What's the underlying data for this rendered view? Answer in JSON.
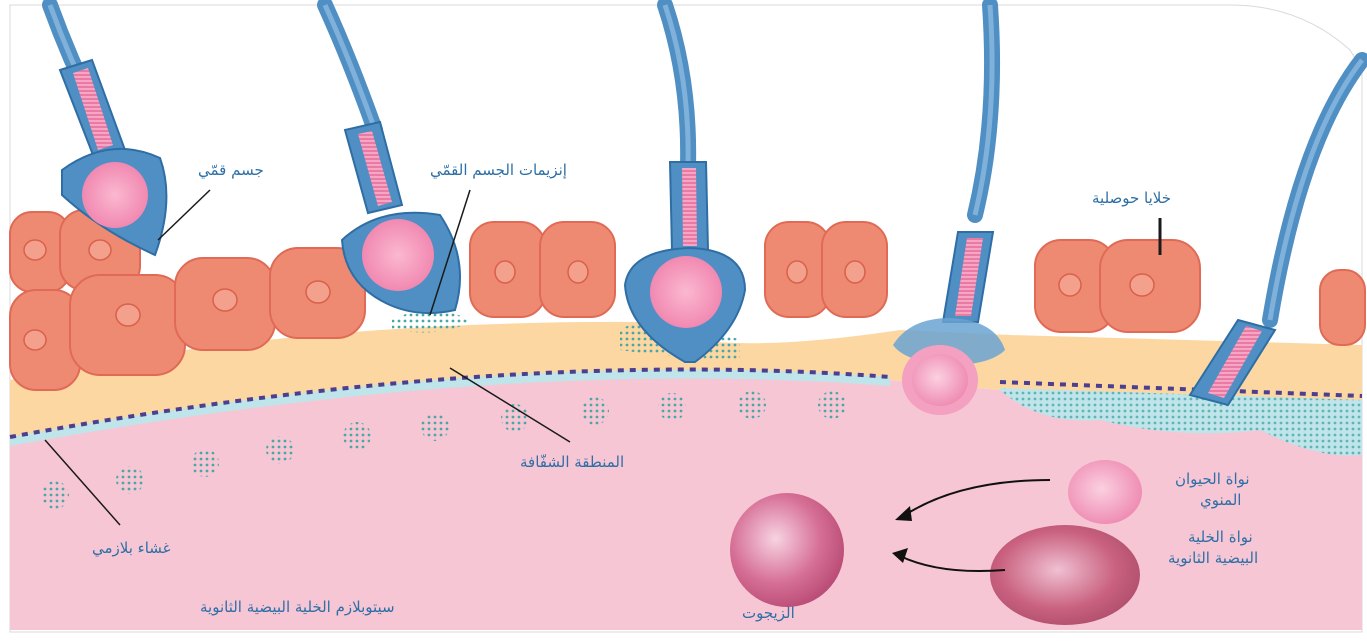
{
  "labels": {
    "acrosome": "جسم قمّي",
    "acrosomal_enzymes": "إنزيمات الجسم القمّي",
    "follicle_cells": "خلايا حوصلية",
    "zona_pellucida": "المنطقة الشفّافة",
    "plasma_membrane": "غشاء بلازمي",
    "sperm_nucleus_line1": "نواة الحيوان",
    "sperm_nucleus_line2": "المنوي",
    "oocyte_nucleus_line1": "نواة الخلية",
    "oocyte_nucleus_line2": "البيضية الثانوية",
    "zygote": "الزيجوت",
    "oocyte_cytoplasm": "سيتوبلازم الخلية البيضية الثانوية"
  },
  "colors": {
    "follicle_cell": "#ef8a72",
    "follicle_cell_dark": "#e2705a",
    "zona": "#fcd7a2",
    "cytoplasm": "#f7c6d4",
    "membrane_dots": "#4b3f8f",
    "sperm_blue": "#4f8fc3",
    "sperm_pink": "#f28fb5",
    "granule": "#47a8a6",
    "label_text": "#2d6fa6",
    "zygote": "#c9547b"
  }
}
